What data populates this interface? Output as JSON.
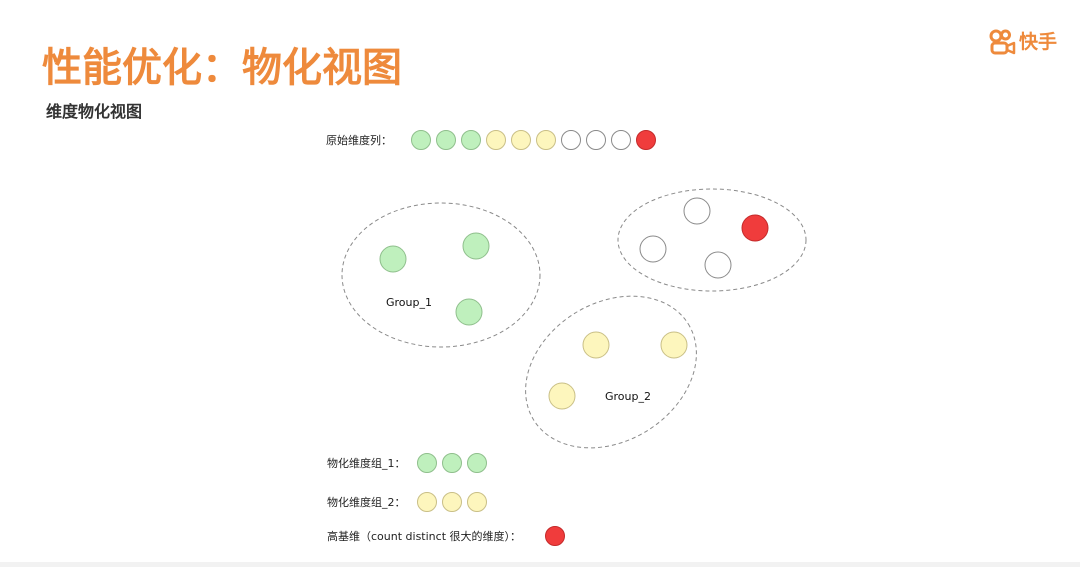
{
  "slide": {
    "title": "性能优化：物化视图",
    "subtitle": "维度物化视图",
    "logo_text": "快手",
    "logo_icon": "kuaishou-logo-icon"
  },
  "colors": {
    "title": "#ee8a3c",
    "green": "#bff0bd",
    "green_border": "#8fbf8c",
    "yellow": "#fdf6bd",
    "yellow_border": "#c9bf86",
    "white": "#ffffff",
    "white_border": "#8a8a8a",
    "red": "#f03c3c",
    "red_border": "#c42a2a",
    "dash": "#8a8a8a"
  },
  "original_columns": {
    "label": "原始维度列：",
    "dots": [
      "green",
      "green",
      "green",
      "yellow",
      "yellow",
      "yellow",
      "white",
      "white",
      "white",
      "red"
    ]
  },
  "groups": [
    {
      "name": "Group_1",
      "dots": [
        "green",
        "green",
        "green"
      ]
    },
    {
      "name": "Group_2",
      "dots": [
        "yellow",
        "yellow",
        "yellow"
      ]
    },
    {
      "name": "",
      "dots": [
        "white",
        "white",
        "white",
        "red"
      ]
    }
  ],
  "legend": [
    {
      "label": "物化维度组_1：",
      "dots": [
        "green",
        "green",
        "green"
      ]
    },
    {
      "label": "物化维度组_2：",
      "dots": [
        "yellow",
        "yellow",
        "yellow"
      ]
    },
    {
      "label": "高基维（count distinct 很大的维度）：",
      "dots": [
        "red"
      ]
    }
  ]
}
